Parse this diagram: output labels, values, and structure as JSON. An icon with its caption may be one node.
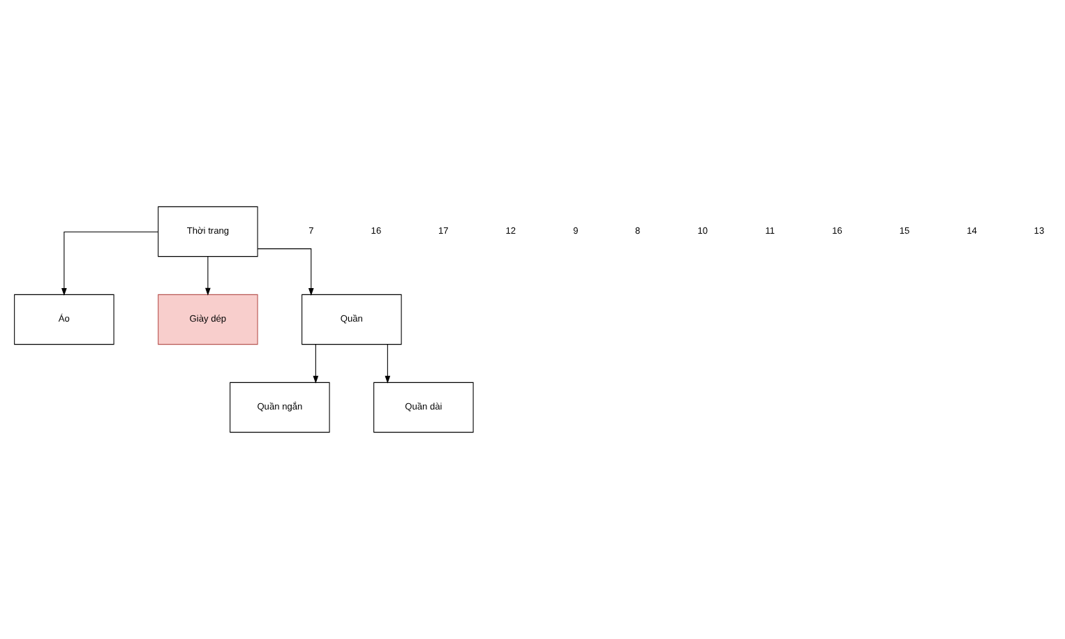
{
  "diagram": {
    "nodes": [
      {
        "text": [
          "Thời trang"
        ]
      },
      {
        "text": [
          "Áo"
        ]
      },
      {
        "text": [
          "Giày dép"
        ]
      },
      {
        "text": [
          "Quần"
        ]
      },
      {
        "text": [
          "Quần ngắn"
        ]
      },
      {
        "text": [
          "Quần dài"
        ]
      }
    ],
    "edges": [
      {
        "from": 0,
        "to": 1,
        "arrow": "to"
      },
      {
        "from": 0,
        "to": 2,
        "arrow": "to"
      },
      {
        "from": 0,
        "to": 3,
        "arrow": "to"
      },
      {
        "from": 3,
        "to": 4,
        "arrow": "to"
      },
      {
        "from": 3,
        "to": 5,
        "arrow": "to"
      }
    ],
    "labels": [
      "7",
      "16",
      "17",
      "12",
      "9",
      "8",
      "10",
      "11",
      "16",
      "15",
      "14",
      "13"
    ]
  }
}
